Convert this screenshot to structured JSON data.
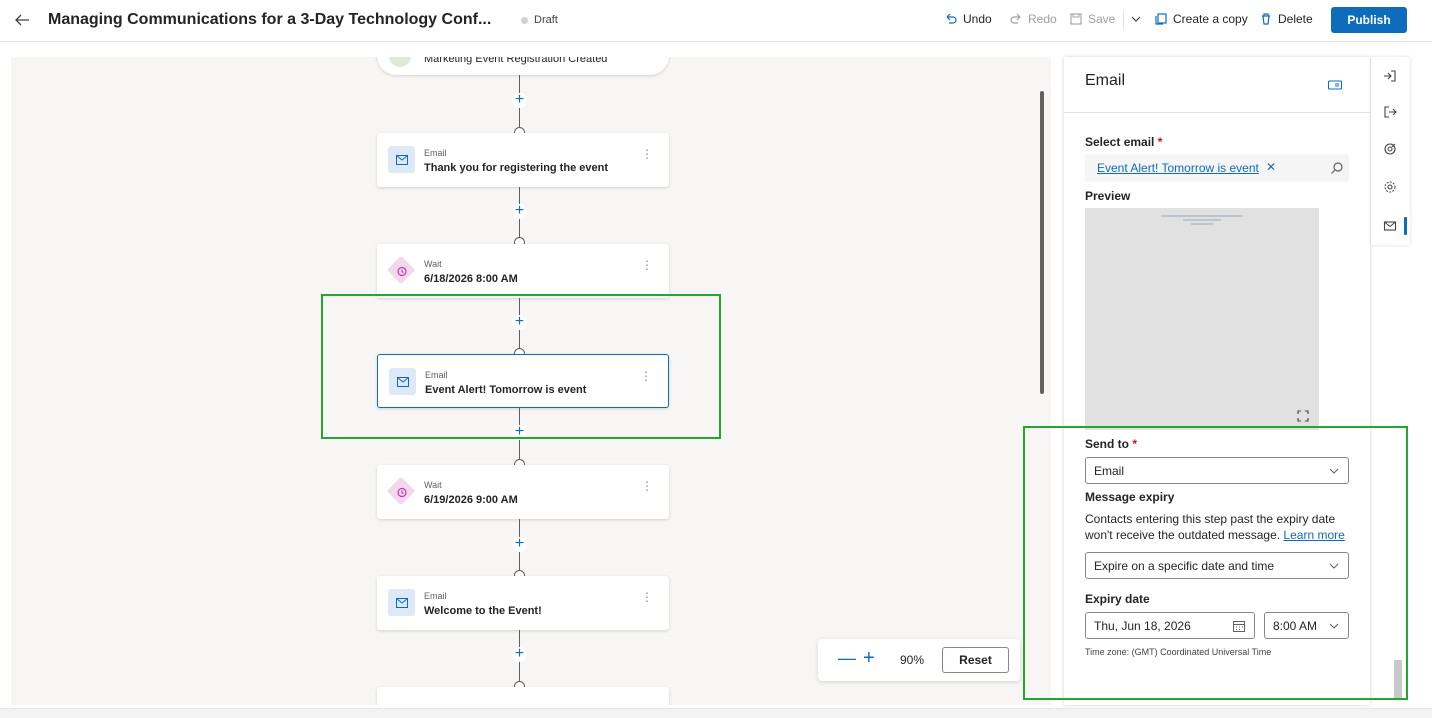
{
  "header": {
    "title": "Managing Communications for a 3-Day Technology Conf...",
    "status": "Draft",
    "undo_label": "Undo",
    "redo_label": "Redo",
    "save_label": "Save",
    "copy_label": "Create a copy",
    "delete_label": "Delete",
    "publish_label": "Publish"
  },
  "canvas": {
    "trigger_label": "Marketing Event Registration Created",
    "steps": [
      {
        "type": "Email",
        "name": "Thank you for registering the event"
      },
      {
        "type": "Wait",
        "name": "6/18/2026 8:00 AM"
      },
      {
        "type": "Email",
        "name": "Event Alert! Tomorrow is event"
      },
      {
        "type": "Wait",
        "name": "6/19/2026 9:00 AM"
      },
      {
        "type": "Email",
        "name": "Welcome to the Event!"
      }
    ],
    "zoom": {
      "level": "90%",
      "reset_label": "Reset",
      "minus": "—",
      "plus": "+"
    }
  },
  "panel": {
    "title": "Email",
    "select_email_label": "Select email",
    "required_mark": "*",
    "selected_email": "Event Alert! Tomorrow is event",
    "remove_symbol": "✕",
    "preview_label": "Preview",
    "send_to_label": "Send to",
    "send_to_value": "Email",
    "message_expiry_label": "Message expiry",
    "expiry_desc": "Contacts entering this step past the expiry date won't receive the outdated message.",
    "learn_more": "Learn more",
    "expiry_option": "Expire on a specific date and time",
    "expiry_date_label": "Expiry date",
    "expiry_date_value": "Thu, Jun 18, 2026",
    "expiry_time_value": "8:00 AM",
    "timezone": "Time zone: (GMT) Coordinated Universal Time"
  },
  "colors": {
    "accent": "#0f6cbd",
    "highlight": "#22a832",
    "wait_icon": "#c239b3"
  }
}
